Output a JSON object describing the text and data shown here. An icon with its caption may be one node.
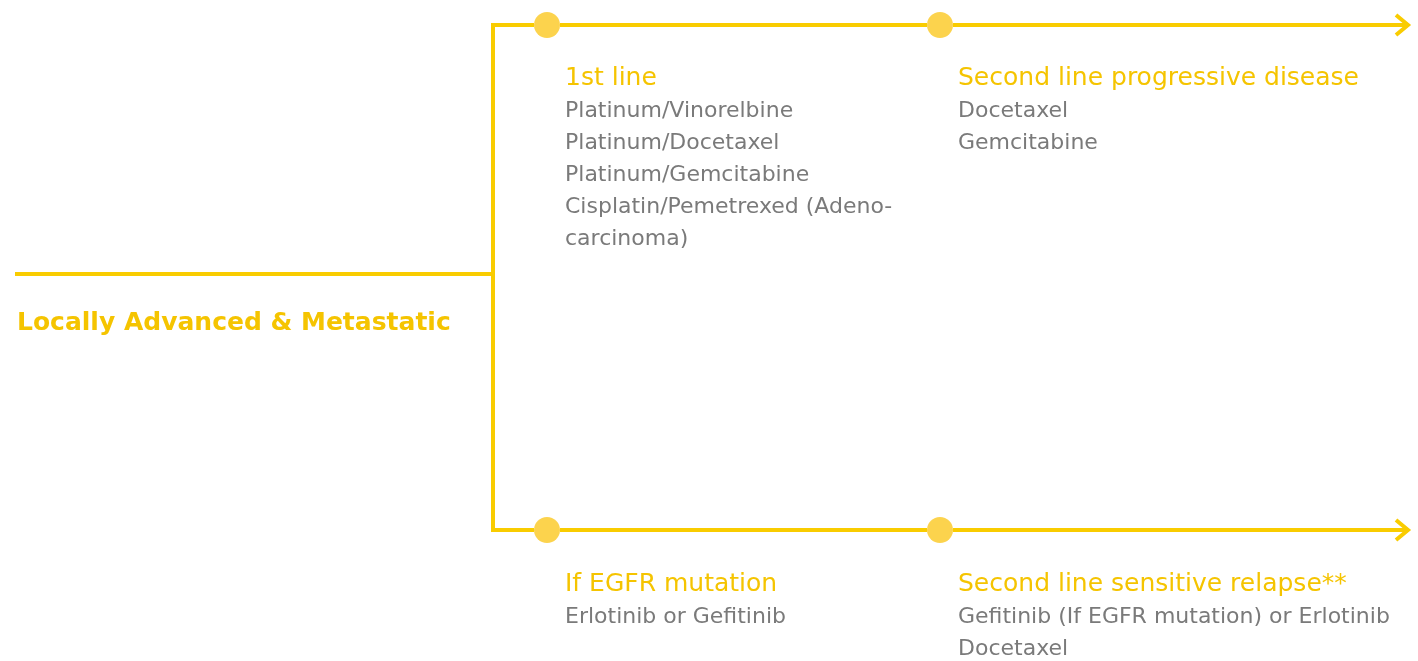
{
  "diagram": {
    "nodes": [
      {
        "text": [
          "Locally Advanced & Metastatic"
        ]
      },
      {
        "text": [],
        "shape": "circle",
        "beside": [
          "1st line",
          "Platinum/Vinorelbine",
          "Platinum/Docetaxel",
          "Platinum/Gemcitabine",
          "Cisplatin/Pemetrexed (Adeno-carcinoma)"
        ]
      },
      {
        "text": [],
        "shape": "circle",
        "beside": [
          "Second line progressive disease",
          "Docetaxel",
          "Gemcitabine"
        ]
      },
      {
        "text": [],
        "shape": "circle",
        "beside": [
          "If EGFR mutation",
          "Erlotinib or Gefitinib"
        ]
      },
      {
        "text": [],
        "shape": "circle",
        "beside": [
          "Second line sensitive relapse**",
          "Gefitinib (If EGFR mutation) or Erlotinib",
          "Docetaxel"
        ]
      }
    ],
    "edges": [
      {
        "from": 0,
        "to": 1,
        "arrow": "none"
      },
      {
        "from": 0,
        "to": 3,
        "arrow": "none"
      },
      {
        "from": 1,
        "to": 2,
        "arrow": "none"
      },
      {
        "from": 3,
        "to": 4,
        "arrow": "none"
      },
      {
        "from": 2,
        "to": null,
        "arrow": "to"
      },
      {
        "from": 4,
        "to": null,
        "arrow": "to"
      }
    ]
  }
}
